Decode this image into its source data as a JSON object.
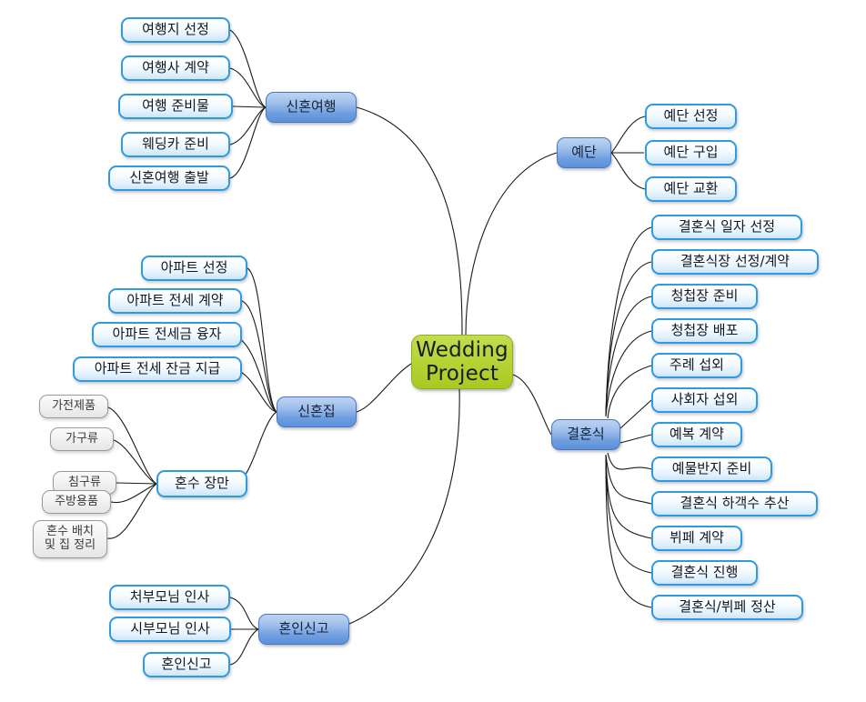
{
  "document": {
    "type": "mind-map",
    "title": "Wedding Project",
    "background_color": "#ffffff",
    "edge_color": "#1a1a1a"
  },
  "palette": {
    "root_fill": "#b7d438",
    "root_border": "#93ad1f",
    "level1_fill": "#7ea8e2",
    "level1_border": "#4a77c4",
    "level2_fill": "#eaf5fd",
    "level2_border": "#2f9ae0",
    "level3_fill": "#f0f0f0",
    "level3_border": "#9a9a9a",
    "text_dark": "#1a1a1a",
    "text_gray": "#3a3a3a"
  },
  "root": {
    "line1": "Wedding",
    "line2": "Project"
  },
  "branches": [
    {
      "id": "honeymoon",
      "label": "신혼여행",
      "side": "left",
      "children": [
        {
          "label": "여행지 선정"
        },
        {
          "label": "여행사 계약"
        },
        {
          "label": "여행 준비물"
        },
        {
          "label": "웨딩카 준비"
        },
        {
          "label": "신혼여행 출발"
        }
      ]
    },
    {
      "id": "newlywed-home",
      "label": "신혼집",
      "side": "left",
      "children": [
        {
          "label": "아파트 선정"
        },
        {
          "label": "아파트 전세 계약"
        },
        {
          "label": "아파트 전세금 융자"
        },
        {
          "label": "아파트 전세 잔금 지급"
        },
        {
          "label": "혼수 장만",
          "children": [
            {
              "label": "가전제품"
            },
            {
              "label": "가구류"
            },
            {
              "label": "침구류"
            },
            {
              "label": "주방용품"
            },
            {
              "line1": "혼수 배치",
              "line2": "및 집 정리"
            }
          ]
        }
      ]
    },
    {
      "id": "marriage-registration",
      "label": "혼인신고",
      "side": "left",
      "children": [
        {
          "label": "처부모님 인사"
        },
        {
          "label": "시부모님 인사"
        },
        {
          "label": "혼인신고"
        }
      ]
    },
    {
      "id": "yedan",
      "label": "예단",
      "side": "right",
      "children": [
        {
          "label": "예단 선정"
        },
        {
          "label": "예단 구입"
        },
        {
          "label": "예단 교환"
        }
      ]
    },
    {
      "id": "wedding-ceremony",
      "label": "결혼식",
      "side": "right",
      "children": [
        {
          "label": "결혼식 일자 선정"
        },
        {
          "label": "결혼식장 선정/계약"
        },
        {
          "label": "청첩장 준비"
        },
        {
          "label": "청첩장 배포"
        },
        {
          "label": "주례 섭외"
        },
        {
          "label": "사회자 섭외"
        },
        {
          "label": "예복 계약"
        },
        {
          "label": "예물반지 준비"
        },
        {
          "label": "결혼식 하객수 추산"
        },
        {
          "label": "뷔페 계약"
        },
        {
          "label": "결혼식 진행"
        },
        {
          "label": "결혼식/뷔페 정산"
        }
      ]
    }
  ]
}
